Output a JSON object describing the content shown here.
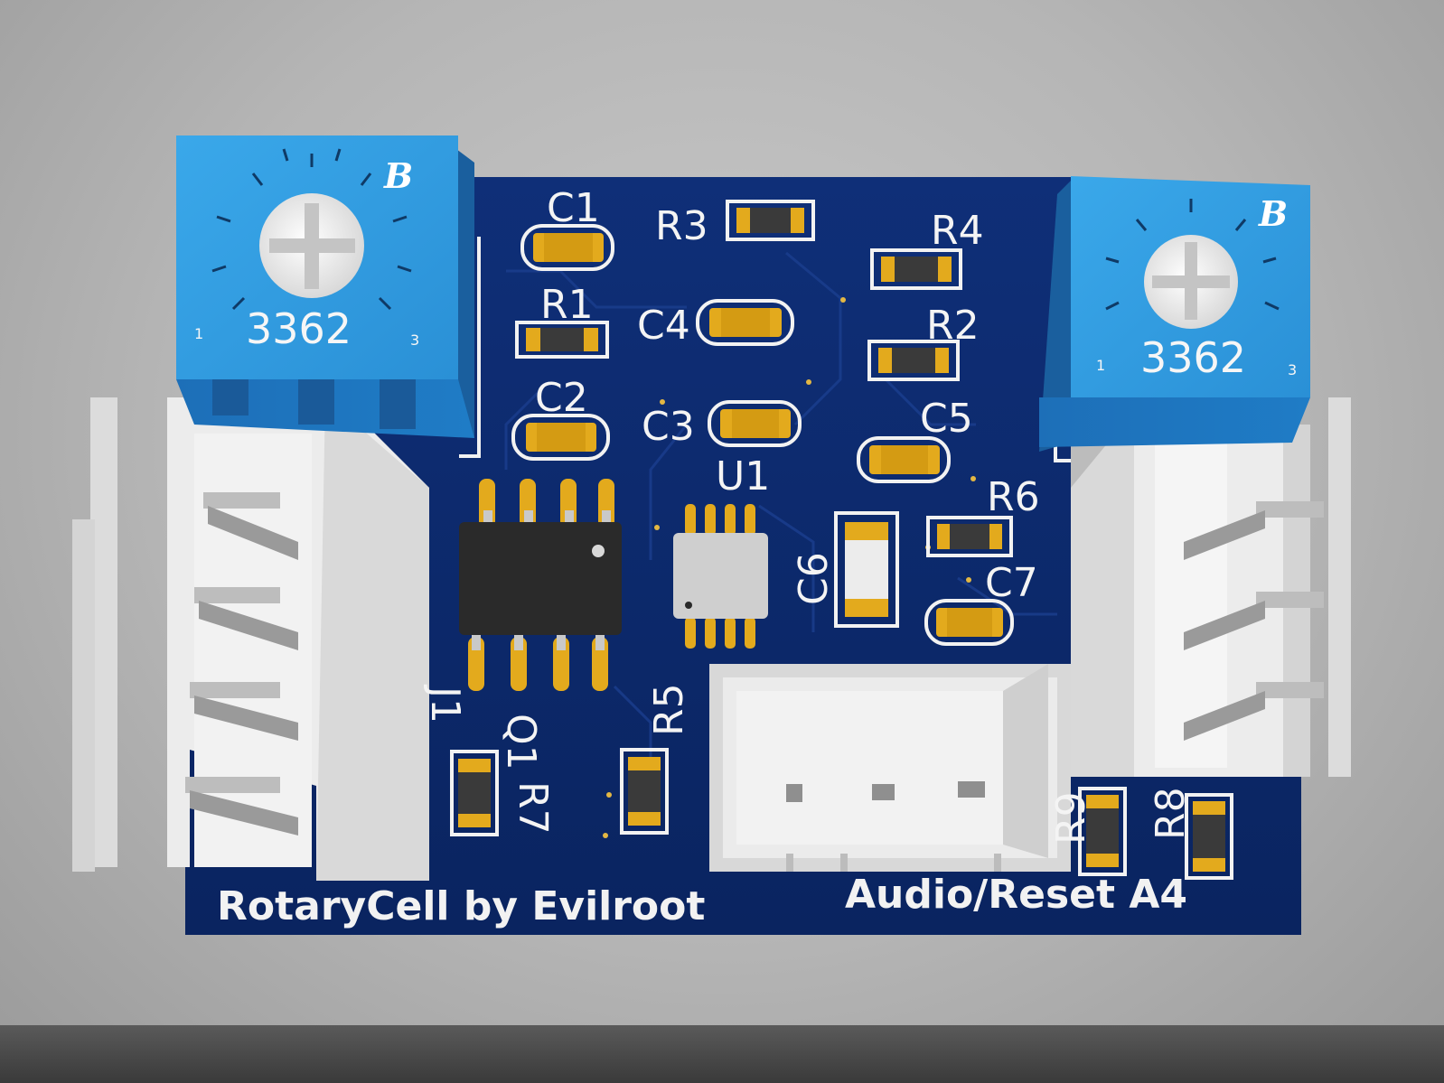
{
  "board": {
    "title_left": "RotaryCell by Evilroot",
    "title_right": "Audio/Reset A4",
    "colors": {
      "pcb": "#0d2a6b",
      "pad": "#e3aa1d",
      "silkscreen": "#f2f2f2",
      "trimmer": "#2f9be0",
      "connector": "#e6e6e6",
      "background": "#b8b8b8"
    }
  },
  "trimmers": [
    {
      "id": "left",
      "code": "3362",
      "mark": "B",
      "pin1": "1",
      "pin3": "3"
    },
    {
      "id": "right",
      "code": "3362",
      "mark": "B",
      "pin1": "1",
      "pin3": "3"
    }
  ],
  "labels": {
    "C1": "C1",
    "C2": "C2",
    "C3": "C3",
    "C4": "C4",
    "C5": "C5",
    "C6": "C6",
    "C7": "C7",
    "R1": "R1",
    "R2": "R2",
    "R3": "R3",
    "R4": "R4",
    "R5": "R5",
    "R6": "R6",
    "R7": "R7",
    "R8": "R8",
    "R9": "R9",
    "U1": "U1",
    "Q1": "Q1",
    "J1": "J1"
  }
}
